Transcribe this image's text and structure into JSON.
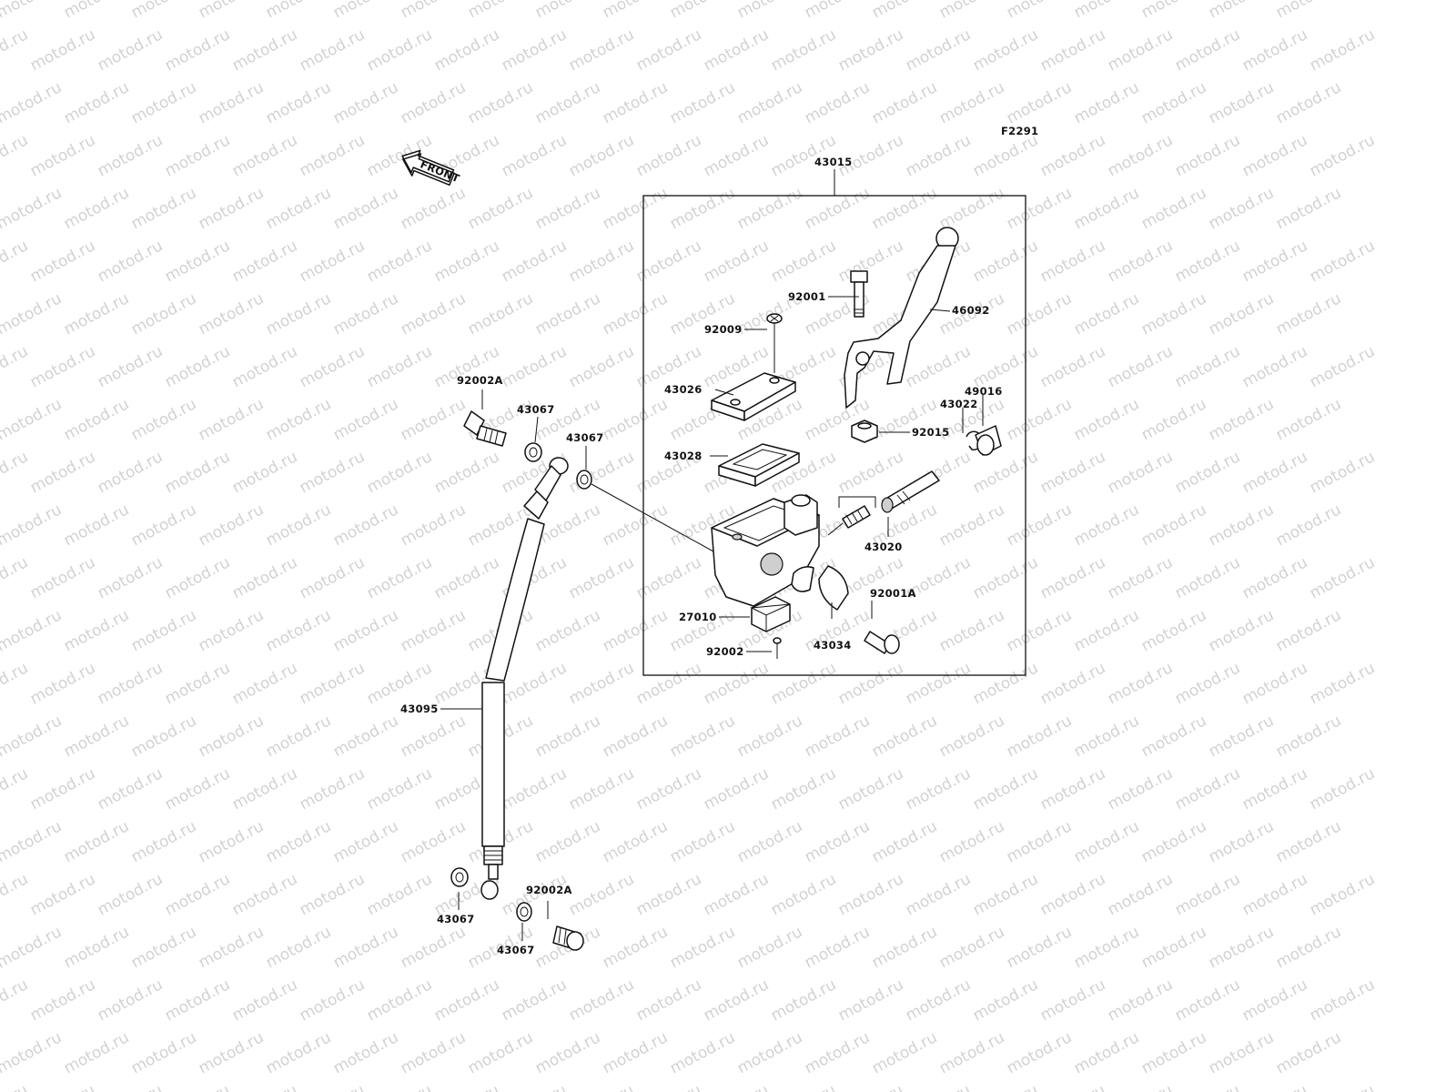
{
  "watermark": "motod.ru",
  "diagram_code": "F2291",
  "front_arrow_label": "FRONT",
  "assembly_label": "43015",
  "callouts": {
    "c92001": "92001",
    "c46092": "46092",
    "c92009": "92009",
    "c43026": "43026",
    "c43022": "43022",
    "c49016": "49016",
    "c92015": "92015",
    "c43028": "43028",
    "c43020": "43020",
    "c92001A": "92001A",
    "c27010": "27010",
    "c43034": "43034",
    "c92002": "92002",
    "c92002A_top": "92002A",
    "c43067_a": "43067",
    "c43067_b": "43067",
    "c43095": "43095",
    "c43067_c": "43067",
    "c92002A_bottom": "92002A",
    "c43067_d": "43067"
  },
  "colors": {
    "line": "#111111",
    "watermark": "#d2d2d2",
    "background": "#ffffff"
  }
}
